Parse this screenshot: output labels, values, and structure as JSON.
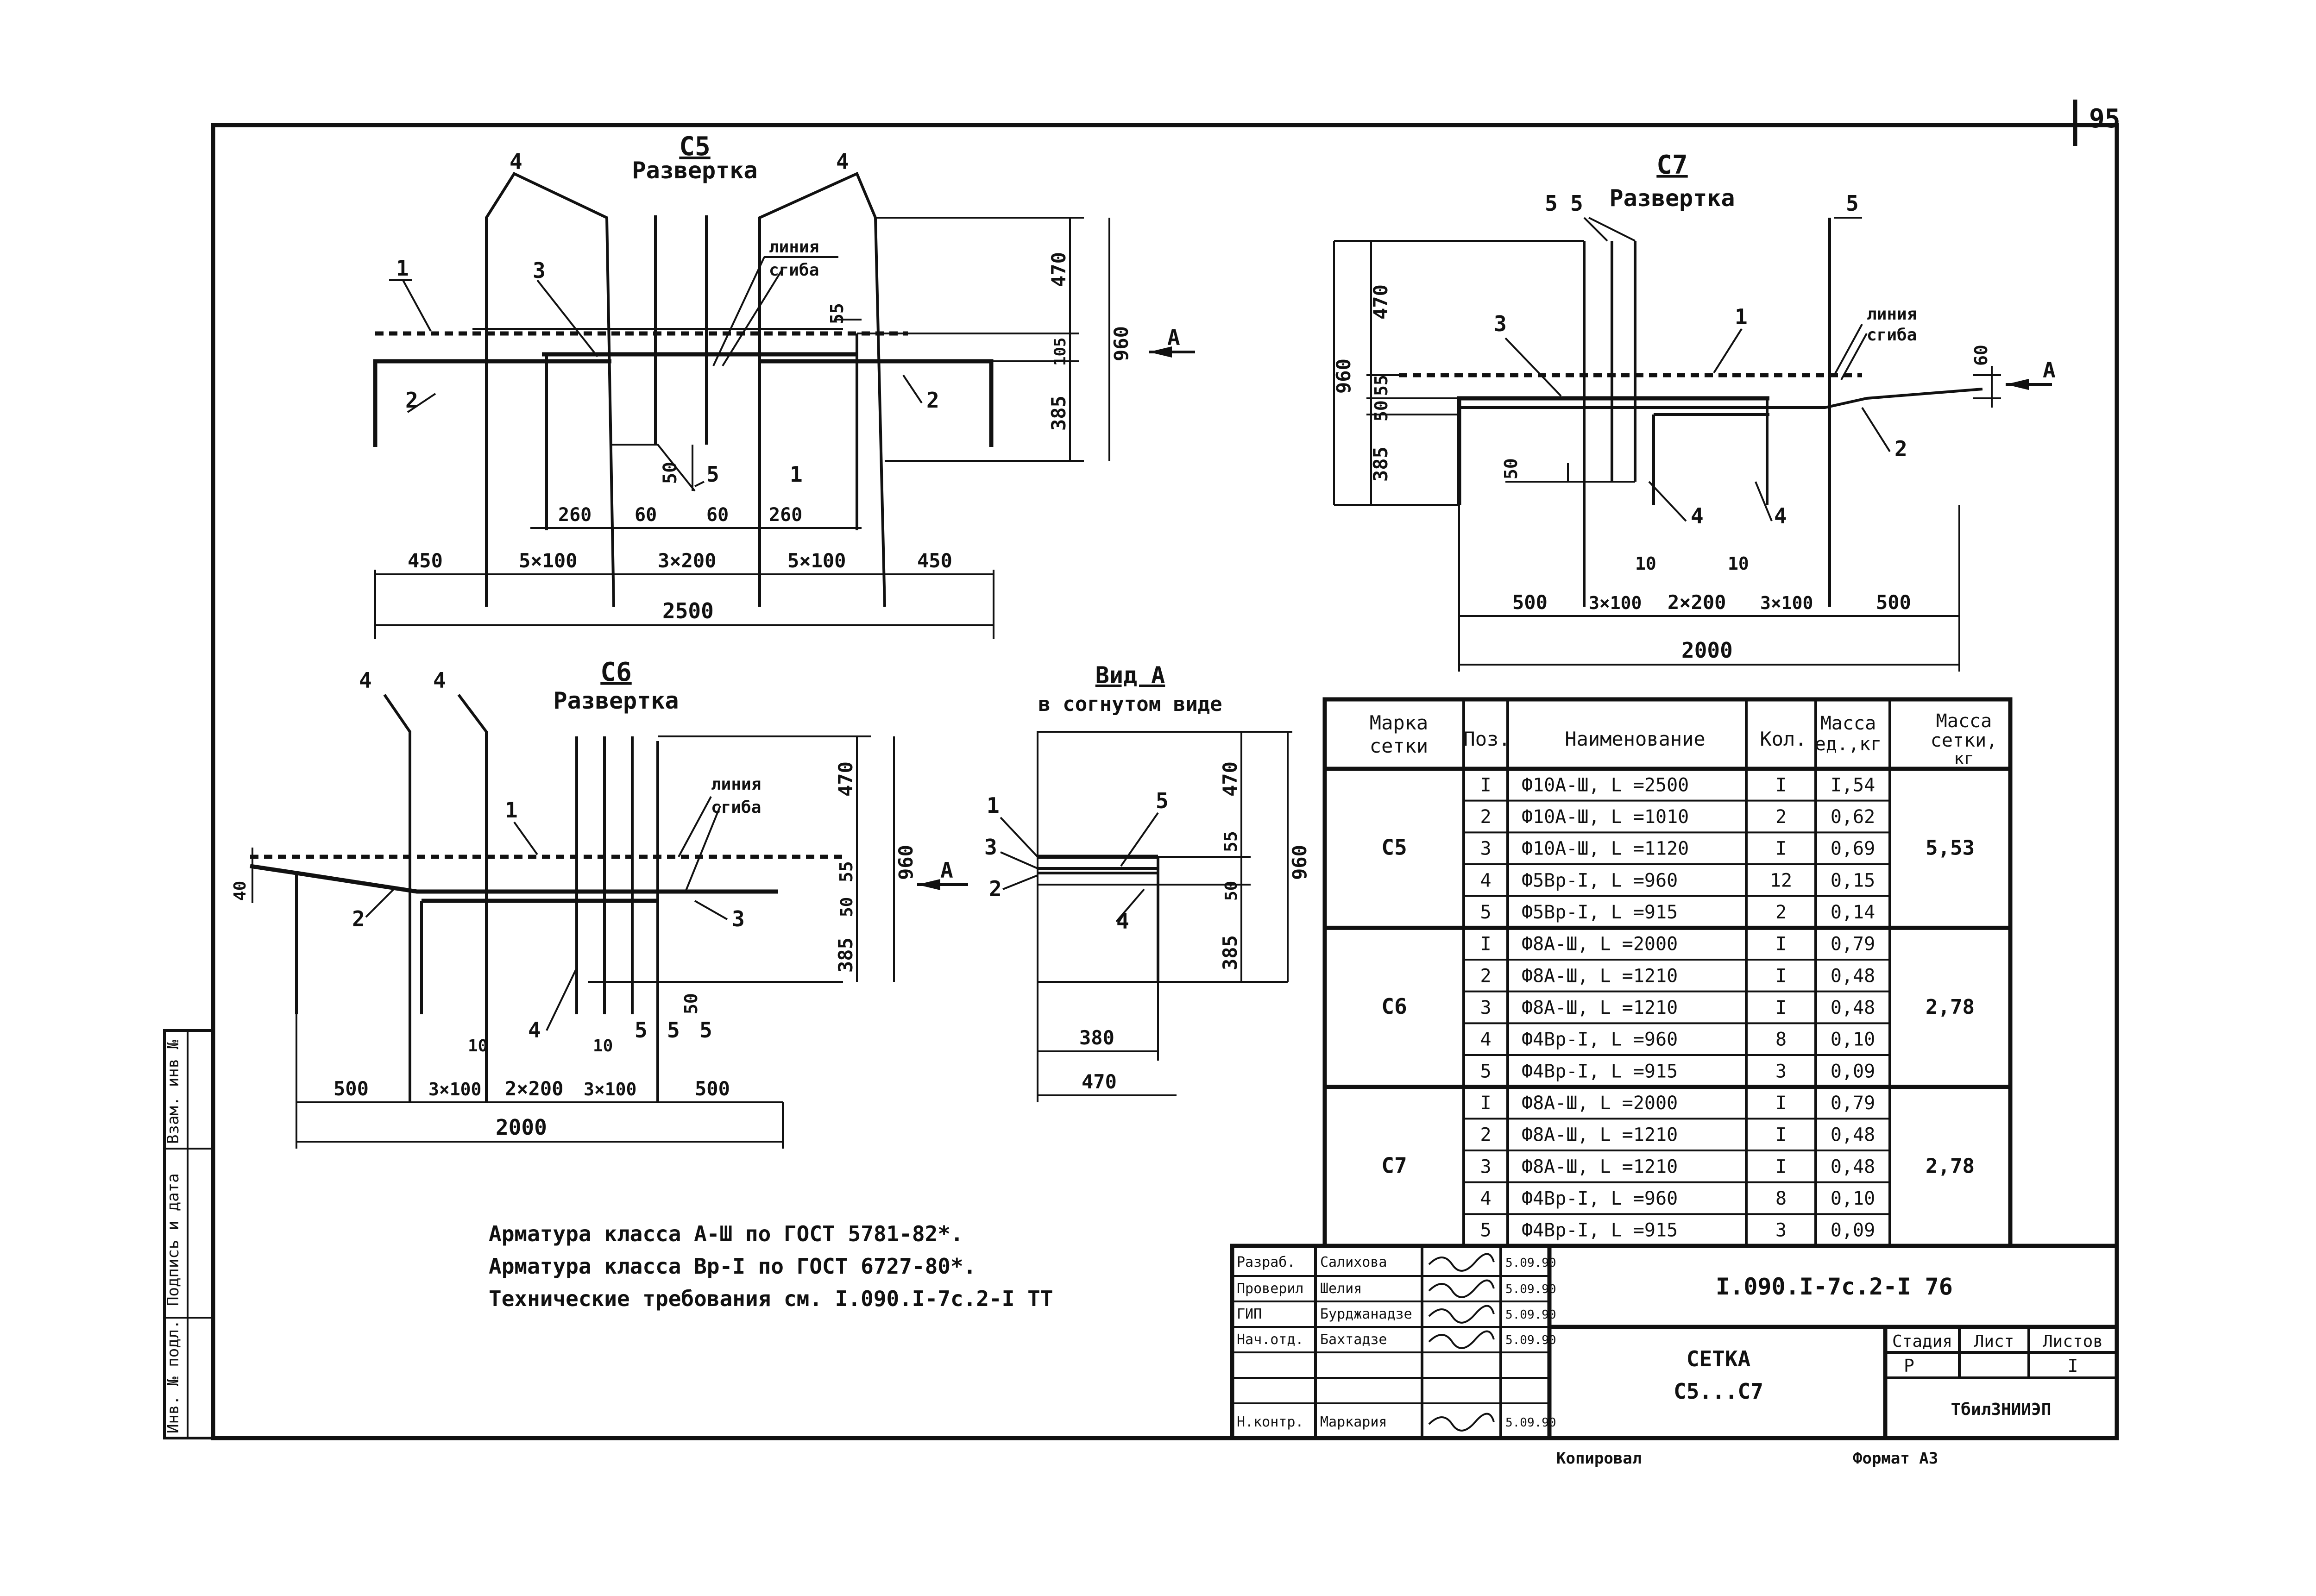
{
  "page_number": "95",
  "c5": {
    "title": "С5",
    "subtitle": "Развертка",
    "fold": [
      "линия",
      "сгиба"
    ],
    "pos": {
      "p1a": "1",
      "p2a": "2",
      "p2b": "2",
      "p3": "3",
      "p4a": "4",
      "p4b": "4",
      "p5": "5",
      "p1b": "1"
    },
    "dims_v": {
      "d470": "470",
      "d105": "105",
      "d385": "385",
      "d960": "960",
      "d55": "55",
      "d50": "50"
    },
    "dims_h": {
      "d260a": "260",
      "d60a": "60",
      "d60b": "60",
      "d260b": "260",
      "d450a": "450",
      "d5x100a": "5×100",
      "d3x200": "3×200",
      "d5x100b": "5×100",
      "d450b": "450",
      "d2500": "2500"
    },
    "view_marker": "A"
  },
  "c7": {
    "title": "С7",
    "subtitle": "Развертка",
    "fold": [
      "линия",
      "сгиба"
    ],
    "pos": {
      "p5a": "5",
      "p5b": "5",
      "p5c": "5",
      "p3": "3",
      "p1": "1",
      "p2": "2",
      "p4a": "4",
      "p4b": "4"
    },
    "dims_v": {
      "d470": "470",
      "d960": "960",
      "d55": "55",
      "d50": "50",
      "d385": "385",
      "d60": "60",
      "d50b": "50"
    },
    "dims_h": {
      "d10a": "10",
      "d10b": "10",
      "d500a": "500",
      "d3x100a": "3×100",
      "d2x200": "2×200",
      "d3x100b": "3×100",
      "d500b": "500",
      "d2000": "2000"
    },
    "view_marker": "A"
  },
  "c6": {
    "title": "С6",
    "subtitle": "Развертка",
    "fold": [
      "линия",
      "сгиба"
    ],
    "pos": {
      "p4a": "4",
      "p4b": "4",
      "p1": "1",
      "p2": "2",
      "p3": "3",
      "p4c": "4",
      "p5a": "5",
      "p5b": "5",
      "p5c": "5"
    },
    "dims_v": {
      "d40": "40",
      "d470": "470",
      "d55": "55",
      "d960": "960",
      "d385": "385",
      "d50": "50",
      "d50b": "50"
    },
    "dims_h": {
      "d10a": "10",
      "d10b": "10",
      "d500a": "500",
      "d3x100a": "3×100",
      "d2x200": "2×200",
      "d3x100b": "3×100",
      "d500b": "500",
      "d2000": "2000"
    },
    "view_marker": "A"
  },
  "view_a": {
    "title": "Вид А",
    "subtitle": "в согнутом виде",
    "pos": {
      "p1": "1",
      "p3": "3",
      "p2": "2",
      "p5": "5",
      "p4": "4"
    },
    "dims": {
      "d470v": "470",
      "d55": "55",
      "d385": "385",
      "d50": "50",
      "d960": "960",
      "d380": "380",
      "d470h": "470"
    }
  },
  "table": {
    "headers": [
      "Марка сетки",
      "Поз.",
      "Наименование",
      "Кол.",
      "Масса ед., кг",
      "Масса сетки, кг"
    ],
    "groups": [
      {
        "mark": "С5",
        "total": "5,53",
        "rows": [
          {
            "pos": "I",
            "name": "Ф10А-Ш, L =2500",
            "qty": "I",
            "mass": "I,54"
          },
          {
            "pos": "2",
            "name": "Ф10А-Ш, L =1010",
            "qty": "2",
            "mass": "0,62"
          },
          {
            "pos": "3",
            "name": "Ф10А-Ш, L =1120",
            "qty": "I",
            "mass": "0,69"
          },
          {
            "pos": "4",
            "name": "Ф5Вр-I, L =960",
            "qty": "12",
            "mass": "0,15"
          },
          {
            "pos": "5",
            "name": "Ф5Вр-I, L =915",
            "qty": "2",
            "mass": "0,14"
          }
        ]
      },
      {
        "mark": "С6",
        "total": "2,78",
        "rows": [
          {
            "pos": "I",
            "name": "Ф8А-Ш, L =2000",
            "qty": "I",
            "mass": "0,79"
          },
          {
            "pos": "2",
            "name": "Ф8А-Ш, L =1210",
            "qty": "I",
            "mass": "0,48"
          },
          {
            "pos": "3",
            "name": "Ф8А-Ш, L =1210",
            "qty": "I",
            "mass": "0,48"
          },
          {
            "pos": "4",
            "name": "Ф4Вр-I, L =960",
            "qty": "8",
            "mass": "0,10"
          },
          {
            "pos": "5",
            "name": "Ф4Вр-I, L =915",
            "qty": "3",
            "mass": "0,09"
          }
        ]
      },
      {
        "mark": "С7",
        "total": "2,78",
        "rows": [
          {
            "pos": "I",
            "name": "Ф8А-Ш, L =2000",
            "qty": "I",
            "mass": "0,79"
          },
          {
            "pos": "2",
            "name": "Ф8А-Ш, L =1210",
            "qty": "I",
            "mass": "0,48"
          },
          {
            "pos": "3",
            "name": "Ф8А-Ш, L =1210",
            "qty": "I",
            "mass": "0,48"
          },
          {
            "pos": "4",
            "name": "Ф4Вр-I, L =960",
            "qty": "8",
            "mass": "0,10"
          },
          {
            "pos": "5",
            "name": "Ф4Вр-I, L =915",
            "qty": "3",
            "mass": "0,09"
          }
        ]
      }
    ]
  },
  "notes": [
    "Арматура класса А-Ш по ГОСТ 5781-82*.",
    "Арматура класса Вр-I по ГОСТ 6727-80*.",
    "Технические требования см. I.090.I-7с.2-I ТТ"
  ],
  "title_block": {
    "code": "I.090.I-7с.2-I 76",
    "name": "СЕТКА",
    "name2": "С5...С7",
    "stage_label": "Стадия",
    "sheet_label": "Лист",
    "sheets_label": "Листов",
    "stage": "Р",
    "sheets": "I",
    "org": "ТбилЗНИИЭП",
    "staff": [
      {
        "role": "Разраб.",
        "name": "Салихова",
        "date": "5.09.90"
      },
      {
        "role": "Проверил",
        "name": "Шелия",
        "date": "5.09.90"
      },
      {
        "role": "ГИП",
        "name": "Бурджанадзе",
        "date": "5.09.90"
      },
      {
        "role": "Нач.отд.",
        "name": "Бахтадзе",
        "date": "5.09.90"
      },
      {
        "role": "Н.контр.",
        "name": "Маркария",
        "date": "5.09.90"
      }
    ]
  },
  "side_stamp": [
    "Взам. инв №",
    "Подпись и дата",
    "Инв. № подл."
  ],
  "footer": {
    "copied": "Копировал",
    "format": "Формат А3"
  }
}
